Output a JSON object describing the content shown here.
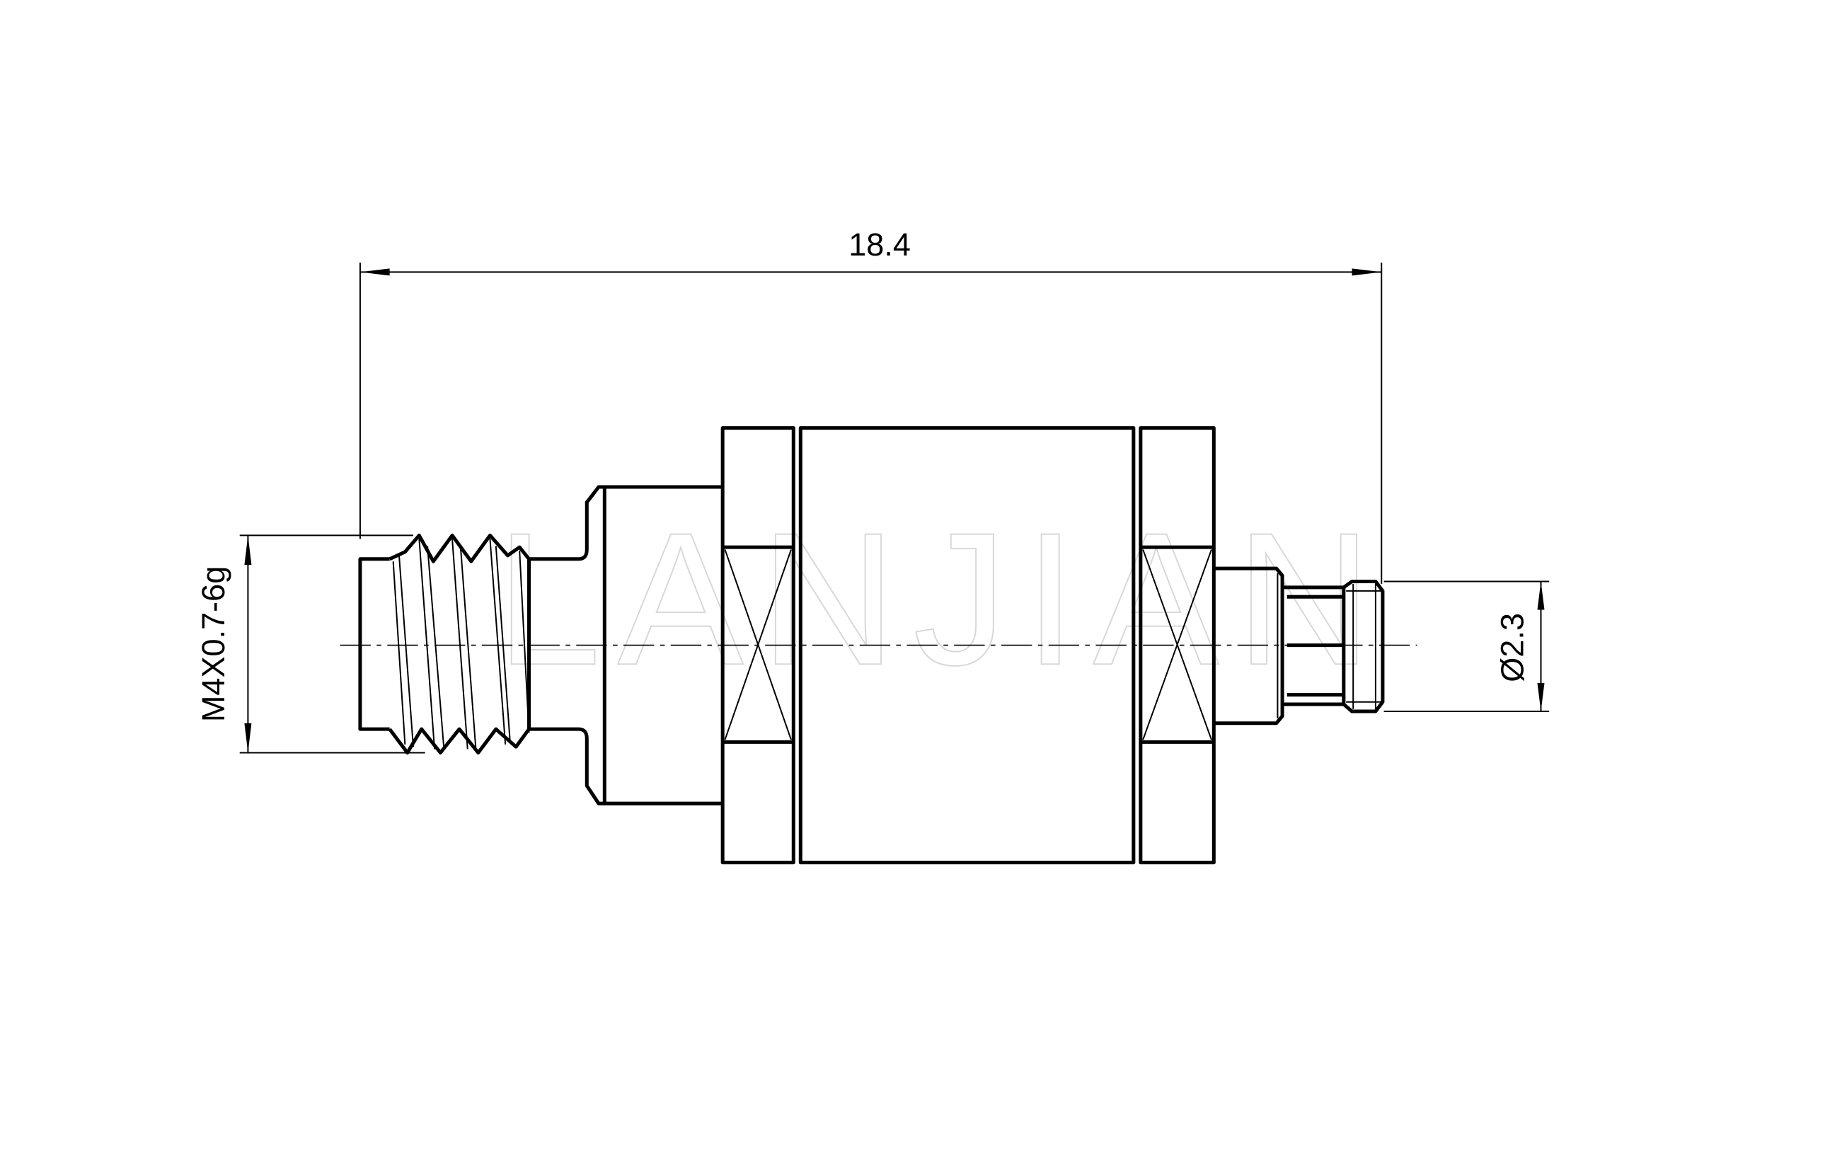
{
  "drawing": {
    "watermark": "LANJIAN",
    "dimensions": {
      "overall_length": "18.4",
      "thread_spec": "M4X0.7-6g",
      "tip_diameter": "Ø2.3"
    }
  }
}
